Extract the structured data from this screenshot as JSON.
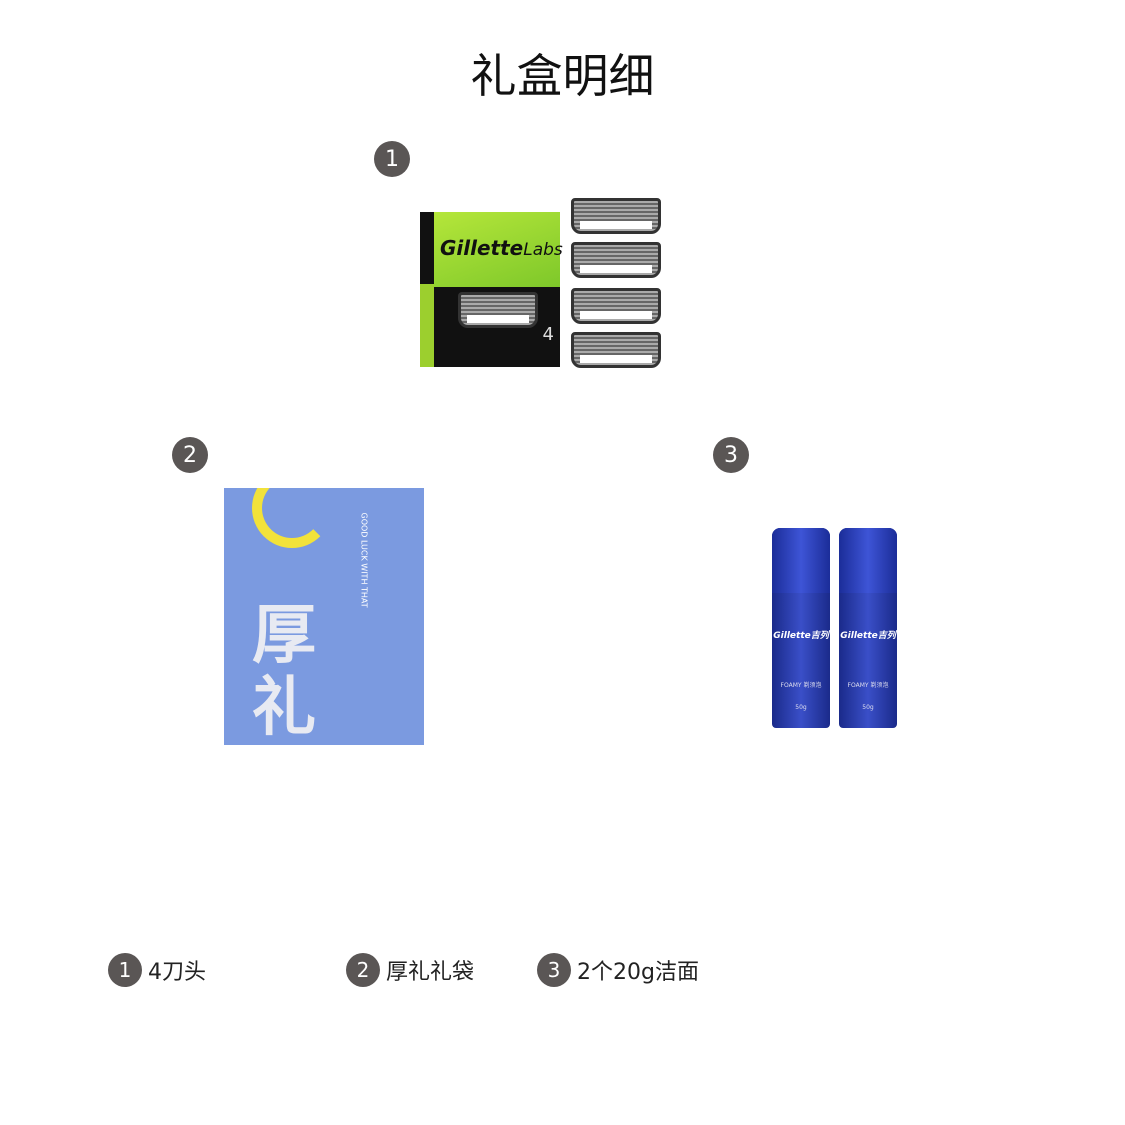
{
  "title": "礼盒明细",
  "items": [
    {
      "number": "1",
      "caption": "4刀头",
      "product": {
        "brand": "Gillette",
        "sub": "Labs",
        "count": "4"
      }
    },
    {
      "number": "2",
      "caption": "厚礼礼袋",
      "product": {
        "big_text": "厚礼",
        "side_text": "LUCK",
        "slogan": "GOOD LUCK WITH THAT"
      }
    },
    {
      "number": "3",
      "caption": "2个20g洁面",
      "product": {
        "brand": "Gillette吉列",
        "name": "FOAMY 剃须泡",
        "size": "50g"
      }
    }
  ]
}
